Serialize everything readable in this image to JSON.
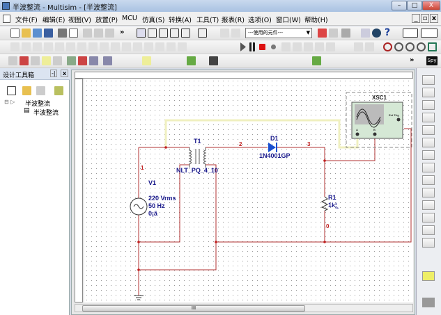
{
  "window": {
    "title": "半波整流 - Multisim - [半波整流]",
    "min": "–",
    "max": "□",
    "close": "X"
  },
  "menu": [
    "文件(F)",
    "编辑(E)",
    "视图(V)",
    "放置(P)",
    "MCU",
    "仿真(S)",
    "转换(A)",
    "工具(T)",
    "报表(R)",
    "选项(O)",
    "窗口(W)",
    "帮助(H)"
  ],
  "doc_controls": {
    "min": "_",
    "restore": "▫",
    "close": "x"
  },
  "toolbar": {
    "component_combo": "---使用的元件---",
    "help": "?",
    "more": "»",
    "spy": "Spy"
  },
  "design_toolbox": {
    "title": "设计工具箱",
    "pin": "-|",
    "close": "x",
    "tree": [
      {
        "label": "半波整流",
        "level": 0
      },
      {
        "label": "半波整流",
        "level": 1
      }
    ]
  },
  "circuit": {
    "wire_color": "#b03030",
    "label_color": "#1a1a8c",
    "node_color": "#c02020",
    "probe_wire_color": "#f0f0c0",
    "V1": {
      "name": "V1",
      "voltage": "220 Vrms",
      "frequency": "50 Hz",
      "phase": "0¡ã"
    },
    "T1": {
      "name": "T1",
      "model": "NLT_PQ_4_10"
    },
    "D1": {
      "name": "D1",
      "model": "1N4001GP"
    },
    "R1": {
      "name": "R1",
      "value": "1k¦¸"
    },
    "XSC1": {
      "name": "XSC1",
      "ext_trig": "Ext Trig",
      "a": "A",
      "b": "B"
    },
    "nodes": [
      "1",
      "2",
      "3",
      "0"
    ]
  },
  "hscroll": {
    "grip": "III"
  }
}
